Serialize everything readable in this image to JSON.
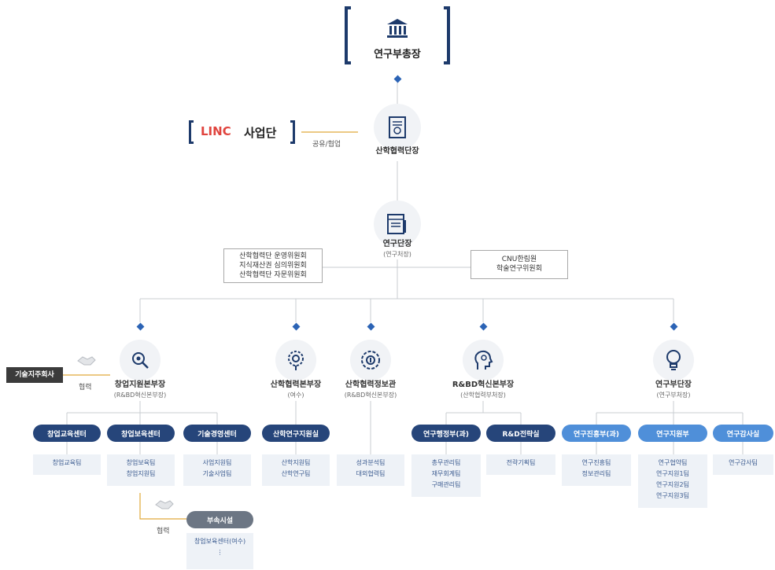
{
  "top": {
    "title": "연구부총장"
  },
  "linc": {
    "logo": "LINC",
    "label": "사업단",
    "relation": "공유/협업"
  },
  "foundation": {
    "title": "산학협력단장"
  },
  "director": {
    "title": "연구단장",
    "sub": "(연구처장)"
  },
  "committees": {
    "left": [
      "산학협력단 운영위원회",
      "지식재산권 심의위원회",
      "산학협력단 자문위원회"
    ],
    "right": [
      "CNU한림원",
      "학술연구위원회"
    ]
  },
  "tech_company": {
    "label": "기술지주회사",
    "relation": "협력"
  },
  "divisions": [
    {
      "title": "창업지원본부장",
      "sub": "(R&BD혁신본부장)"
    },
    {
      "title": "산학협력본부장",
      "sub": "(여수)"
    },
    {
      "title": "산학협력정보관",
      "sub": "(R&BD혁신본부장)"
    },
    {
      "title": "R&BD혁신본부장",
      "sub": "(산학협력부처장)"
    },
    {
      "title": "연구부단장",
      "sub": "(연구부처장)"
    }
  ],
  "centers": [
    {
      "label": "창업교육센터",
      "teams": [
        "창업교육팀"
      ]
    },
    {
      "label": "창업보육센터",
      "teams": [
        "창업보육팀",
        "창업지원팀"
      ]
    },
    {
      "label": "기술경영센터",
      "teams": [
        "사업지원팀",
        "기술사업팀"
      ]
    },
    {
      "label": "산학연구지원실",
      "teams": [
        "산학지원팀",
        "산학연구팀"
      ]
    },
    {
      "label": "",
      "teams": [
        "성과분석팀",
        "대외협력팀"
      ]
    },
    {
      "label": "연구행정부(과)",
      "teams": [
        "총무관리팀",
        "재무회계팀",
        "구매관리팀"
      ]
    },
    {
      "label": "R&D전략실",
      "teams": [
        "전략기획팀"
      ]
    },
    {
      "label": "연구진흥부(과)",
      "teams": [
        "연구진흥팀",
        "정보관리팀"
      ]
    },
    {
      "label": "연구지원부",
      "teams": [
        "연구협약팀",
        "연구지원1팀",
        "연구지원2팀",
        "연구지원3팀"
      ]
    },
    {
      "label": "연구감사실",
      "teams": [
        "연구감사팀"
      ]
    }
  ],
  "affiliate": {
    "label": "부속시설",
    "relation": "협력",
    "items": [
      "창업보육센터(여수)",
      "⋮"
    ]
  },
  "colors": {
    "navy": "#26457a",
    "light_blue": "#4f8fd9",
    "gray": "#6c7684",
    "team_bg": "#eef2f7",
    "accent": "#e0a93a"
  }
}
